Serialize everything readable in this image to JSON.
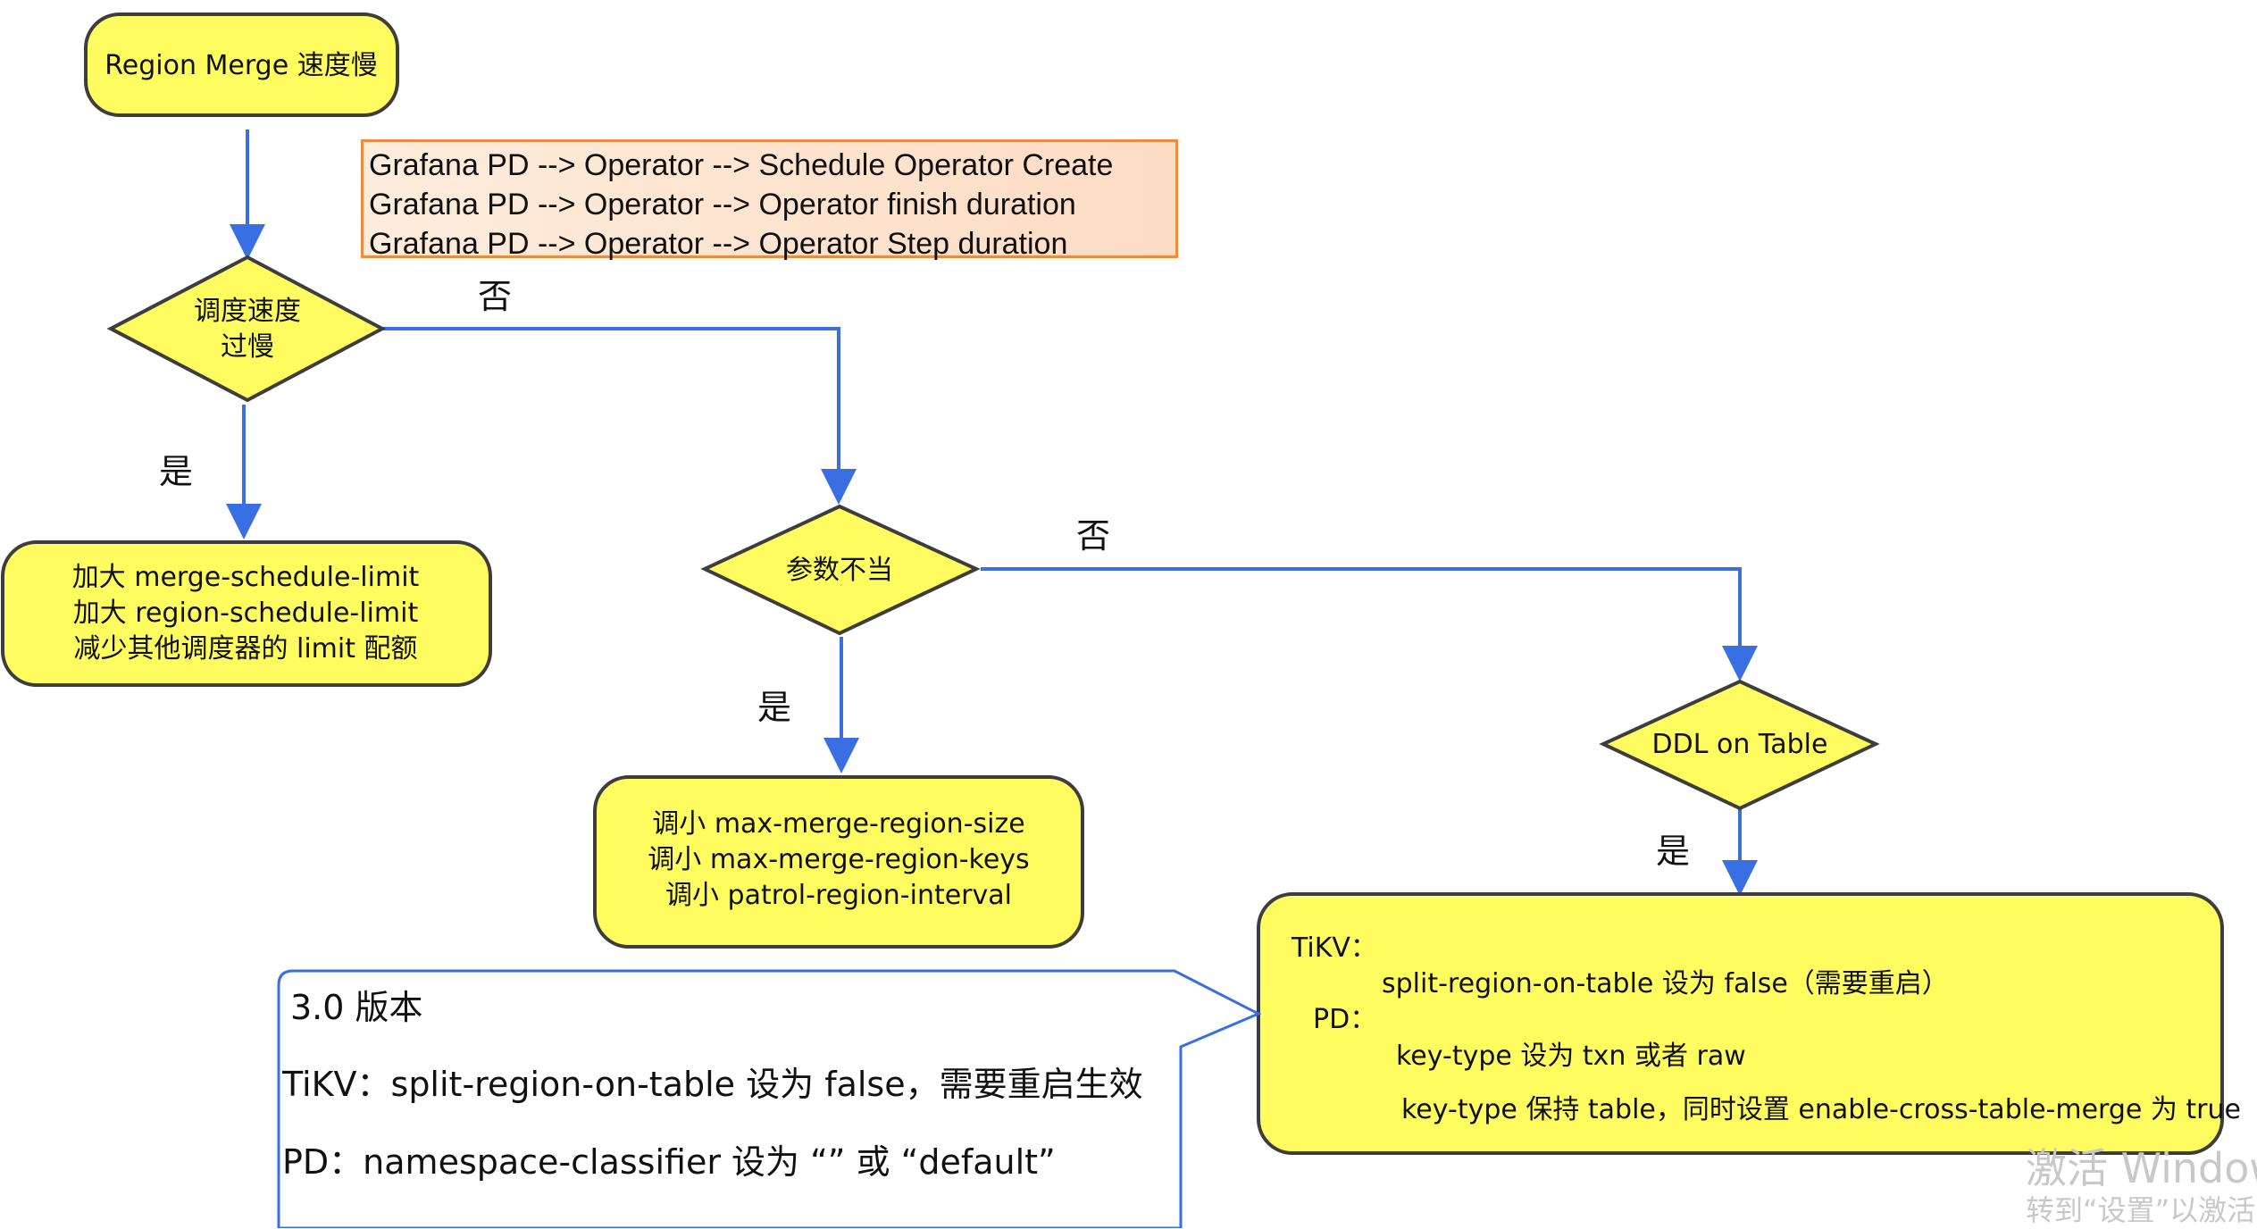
{
  "nodes": {
    "start": "Region Merge 速度慢",
    "decision_schedule_line1": "调度速度",
    "decision_schedule_line2": "过慢",
    "limits_line1": "加大 merge-schedule-limit",
    "limits_line2": "加大 region-schedule-limit",
    "limits_line3": "减少其他调度器的 limit 配额",
    "decision_params": "参数不当",
    "params_line1": "调小 max-merge-region-size",
    "params_line2": "调小 max-merge-region-keys",
    "params_line3": "调小 patrol-region-interval",
    "decision_ddl": "DDL on Table",
    "tikv_label": "TiKV：",
    "tikv_line1": "split-region-on-table 设为 false（需要重启）",
    "pd_label": "PD：",
    "pd_line1": "key-type 设为 txn 或者 raw",
    "pd_line2": "key-type 保持 table，同时设置 enable-cross-table-merge 为 true"
  },
  "edge_labels": {
    "no_1": "否",
    "yes_1": "是",
    "no_2": "否",
    "yes_2": "是",
    "yes_3": "是"
  },
  "grafana_note": {
    "line1": "Grafana PD --> Operator --> Schedule Operator Create",
    "line2": "Grafana PD --> Operator --> Operator finish duration",
    "line3": "Grafana PD --> Operator --> Operator Step duration"
  },
  "callout": {
    "version": "3.0 版本",
    "tikv": "TiKV：split-region-on-table 设为 false，需要重启生效",
    "pd": "PD：namespace-classifier 设为 “” 或 “default”"
  },
  "watermark": {
    "line1": "激活 Windows",
    "line2": "转到“设置”以激活"
  },
  "colors": {
    "node_fill": "#fefc5e",
    "node_stroke": "#3d3d3d",
    "arrow": "#3a6ee3",
    "note_border": "#f08a3c"
  }
}
